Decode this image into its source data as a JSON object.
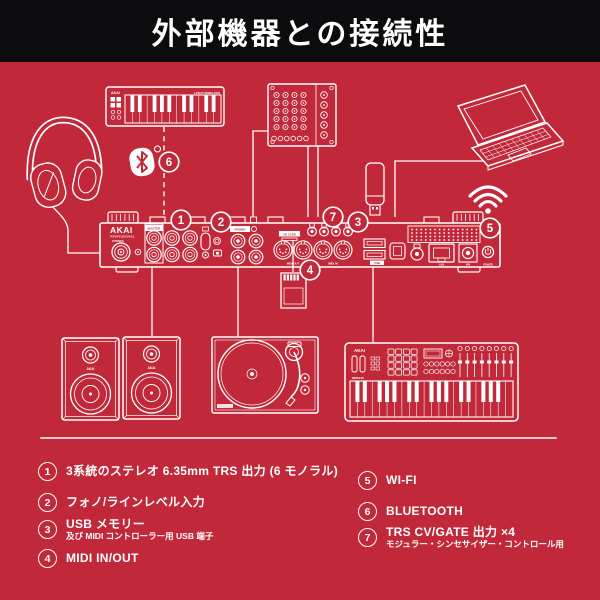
{
  "header": {
    "title": "外部機器との接続性"
  },
  "colors": {
    "background": "#c1293a",
    "header_background": "#0c0c0e",
    "line_art": "#ffffff",
    "divider": "#eecacd"
  },
  "diagram": {
    "callouts": [
      "1",
      "2",
      "3",
      "4",
      "5",
      "6",
      "7"
    ],
    "main_unit": {
      "brand": "AKAI",
      "brand_sub": "PROFESSIONAL",
      "labels": {
        "phones": "PHONES",
        "master": "MASTER",
        "phono": "PHONO",
        "sd_card": "SD CARD",
        "midi_out": "MIDI OUT",
        "midi_in": "MIDI IN",
        "usb": "USB",
        "lan": "LAN",
        "dc": "19V",
        "power": "POWER"
      }
    },
    "midi_keyboard_small": {
      "brand": "AKAI",
      "model": "LPK25 WIRELESS"
    },
    "midi_keyboard_large": {
      "brand": "AKAI",
      "model": "MPK249"
    },
    "speaker_brand": "AKAI"
  },
  "legend": {
    "left": [
      {
        "number": "1",
        "text": "3系統のステレオ 6.35mm TRS 出力 (6 モノラル)"
      },
      {
        "number": "2",
        "text": "フォノ/ラインレベル入力"
      },
      {
        "number": "3",
        "text": "USB メモリー",
        "sub": "及び MIDI コントローラー用 USB 端子"
      },
      {
        "number": "4",
        "text": "MIDI IN/OUT"
      }
    ],
    "right": [
      {
        "number": "5",
        "text": "WI-FI"
      },
      {
        "number": "6",
        "text": "BLUETOOTH"
      },
      {
        "number": "7",
        "text": "TRS CV/GATE 出力 ×4",
        "sub": "モジュラー・シンセサイザー・コントロール用"
      }
    ]
  }
}
